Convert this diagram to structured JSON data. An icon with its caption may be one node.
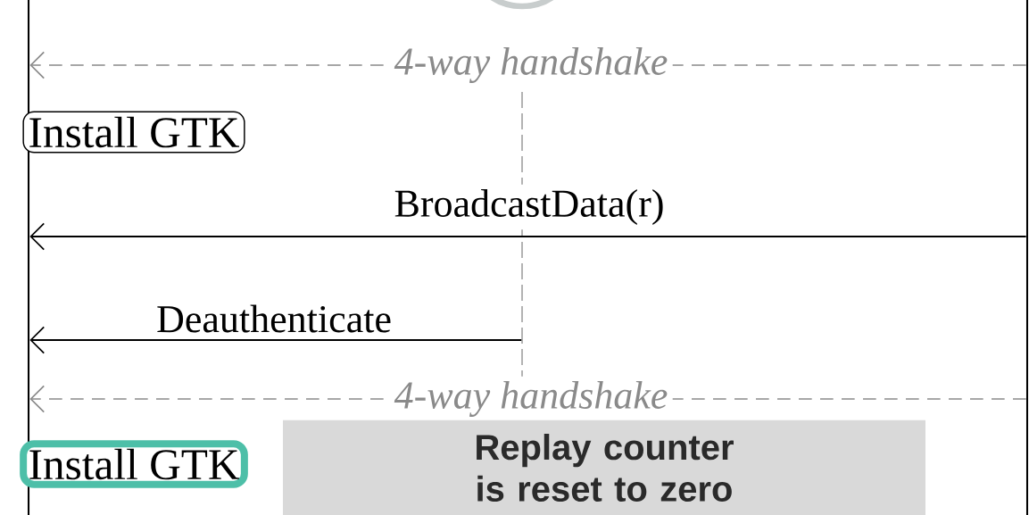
{
  "diagram": {
    "nodes": [
      {
        "text": [],
        "shape": "bar"
      },
      {
        "text": [],
        "shape": "bar"
      },
      {
        "text": [],
        "shape": "bar"
      },
      {
        "text": [
          "Install GTK"
        ]
      },
      {
        "text": [
          "Install GTK"
        ]
      },
      {
        "text": [
          "Replay counter is reset to zero"
        ]
      }
    ],
    "edges": [
      {
        "from": 2,
        "to": 0,
        "arrow": "to",
        "label": "4-way handshake",
        "style": "dashed",
        "color": "#8a8a8a"
      },
      {
        "from": 2,
        "to": 0,
        "arrow": "to",
        "label": "BroadcastData(r)",
        "color": "#000000"
      },
      {
        "from": 1,
        "to": 0,
        "arrow": "to",
        "label": "Deauthenticate",
        "color": "#000000"
      },
      {
        "from": 2,
        "to": 0,
        "arrow": "to",
        "label": "4-way handshake",
        "style": "dashed",
        "color": "#8a8a8a"
      }
    ]
  }
}
